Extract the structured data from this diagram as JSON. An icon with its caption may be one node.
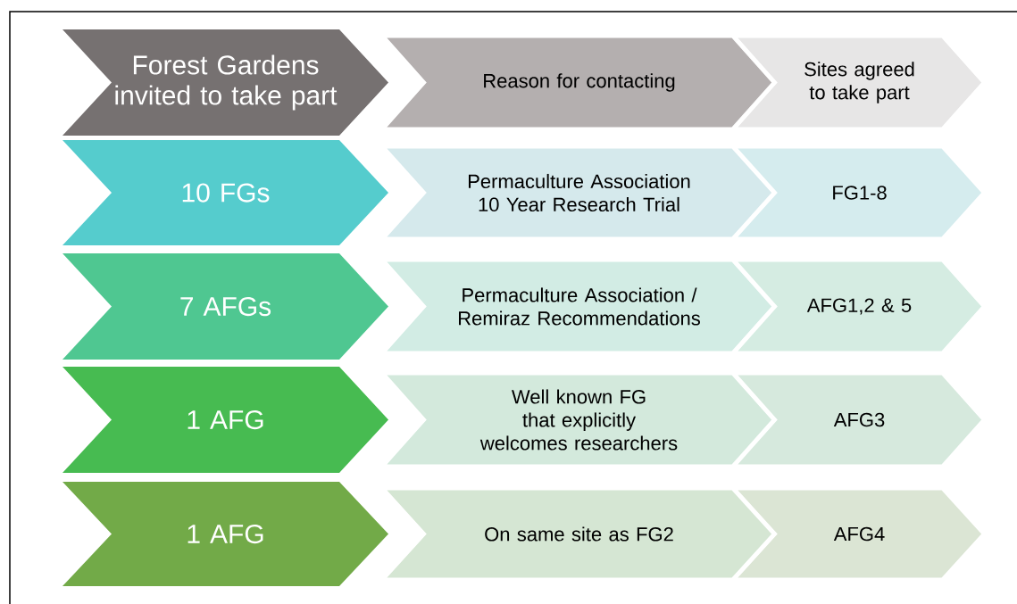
{
  "diagram": {
    "nodes": [
      {
        "text": [
          "Forest Gardens invited to take part"
        ]
      },
      {
        "text": [
          "Reason for contacting"
        ]
      },
      {
        "text": [
          "Sites agreed to take part"
        ]
      },
      {
        "text": [
          "10 FGs"
        ]
      },
      {
        "text": [
          "Permaculture Association 10 Year Research Trial"
        ]
      },
      {
        "text": [
          "FG1-8"
        ]
      },
      {
        "text": [
          "7 AFGs"
        ]
      },
      {
        "text": [
          "Permaculture Association / Remiraz Recommendations"
        ]
      },
      {
        "text": [
          "AFG1,2 & 5"
        ]
      },
      {
        "text": [
          "1 AFG"
        ]
      },
      {
        "text": [
          "Well known FG that explicitly welcomes researchers"
        ]
      },
      {
        "text": [
          "AFG3"
        ]
      },
      {
        "text": [
          "1 AFG"
        ]
      },
      {
        "text": [
          "On same site as FG2"
        ]
      },
      {
        "text": [
          "AFG4"
        ]
      }
    ]
  }
}
